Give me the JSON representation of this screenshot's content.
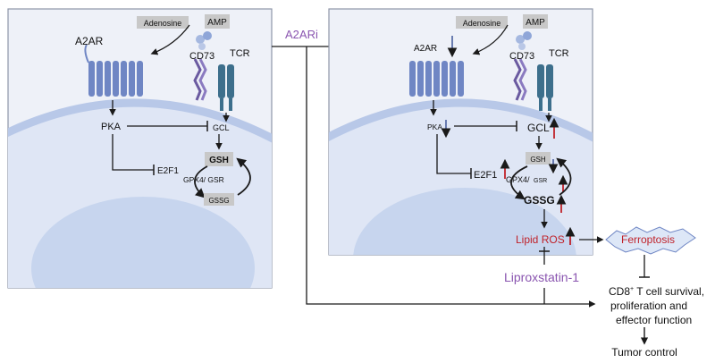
{
  "colors": {
    "panel_bg": "#eef1f8",
    "panel_border": "#8e95a8",
    "cell_membrane": "#b8c8e8",
    "nucleus": "#c7d5ee",
    "receptor": "#6f86c4",
    "tcr": "#3d6f8c",
    "cd73": "#6a5aa0",
    "label_box": "#c8c8c8",
    "arrow": "#1a1a1a",
    "red_up": "#c0222a",
    "blue_down": "#5a6fa8",
    "purple": "#8a55b0",
    "ferroptosis_fill": "#dde7f7",
    "ferroptosis_text": "#c0222a",
    "lipid_ros_text": "#c0222a"
  },
  "left_panel": {
    "adenosine": "Adenosine",
    "amp": "AMP",
    "a2ar": "A2AR",
    "cd73": "CD73",
    "tcr": "TCR",
    "pka": "PKA",
    "gcl": "GCL",
    "e2f1": "E2F1",
    "gsh": "GSH",
    "gpx4_gsr": "GPX4/ GSR",
    "gssg": "GSSG"
  },
  "a2ari": "A2ARi",
  "right_panel": {
    "adenosine": "Adenosine",
    "amp": "AMP",
    "a2ar": "A2AR",
    "cd73": "CD73",
    "tcr": "TCR",
    "pka": "PKA",
    "gcl": "GCL",
    "e2f1": "E2F1",
    "gsh": "GSH",
    "gpx4": "GPX4/",
    "gsr": "GSR",
    "gssg": "GSSG"
  },
  "lipid_ros": "Lipid ROS",
  "ferroptosis": "Ferroptosis",
  "liproxstatin": "Liproxstatin-1",
  "outcome": {
    "line1": "CD8",
    "plus": "+",
    "line1_rest": " T cell survival,",
    "line2": "proliferation and",
    "line3": "effector function"
  },
  "tumor_control": "Tumor control"
}
